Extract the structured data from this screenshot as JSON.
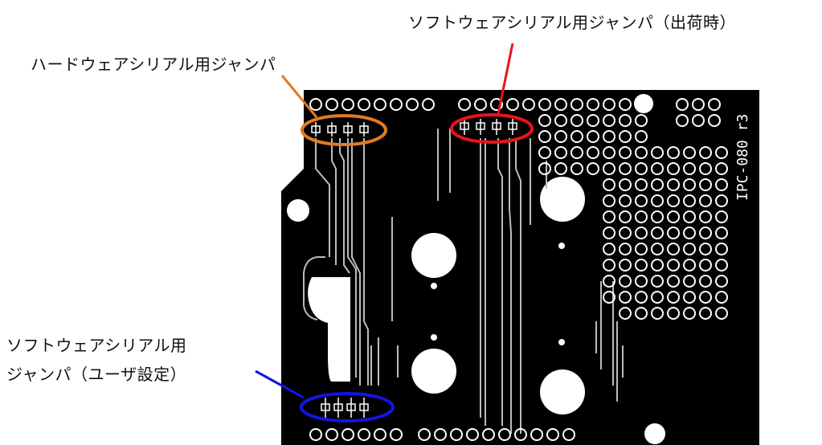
{
  "labels": {
    "software_serial_default": "ソフトウェアシリアル用ジャンパ（出荷時）",
    "hardware_serial": "ハードウェアシリアル用ジャンパ",
    "software_serial_user_line1": "ソフトウェアシリアル用",
    "software_serial_user_line2": "ジャンパ（ユーザ設定）"
  },
  "board": {
    "silkscreen": "IPC-080 r3"
  },
  "colors": {
    "board": "#000000",
    "hardware_serial_marker": "#e07b20",
    "software_serial_default_marker": "#e8141a",
    "software_serial_user_marker": "#1414e0"
  }
}
